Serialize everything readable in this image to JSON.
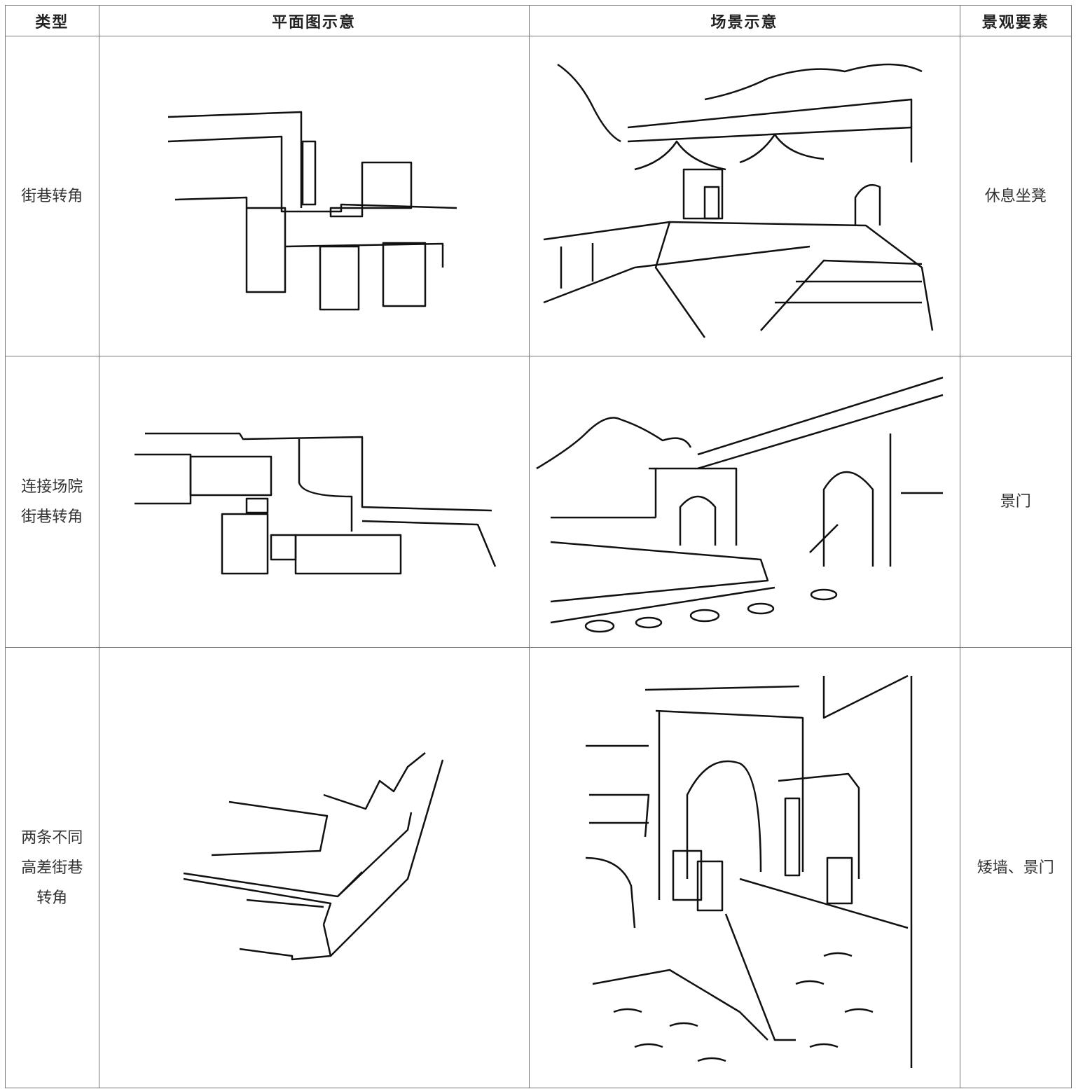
{
  "table": {
    "headers": [
      "类型",
      "平面图示意",
      "场景示意",
      "景观要素"
    ],
    "rows": [
      {
        "type_lines": [
          "街巷转角"
        ],
        "elements": "休息坐凳"
      },
      {
        "type_lines": [
          "连接场院",
          "街巷转角"
        ],
        "elements": "景门"
      },
      {
        "type_lines": [
          "两条不同",
          "高差街巷",
          "转角"
        ],
        "elements": "矮墙、景门"
      }
    ]
  }
}
